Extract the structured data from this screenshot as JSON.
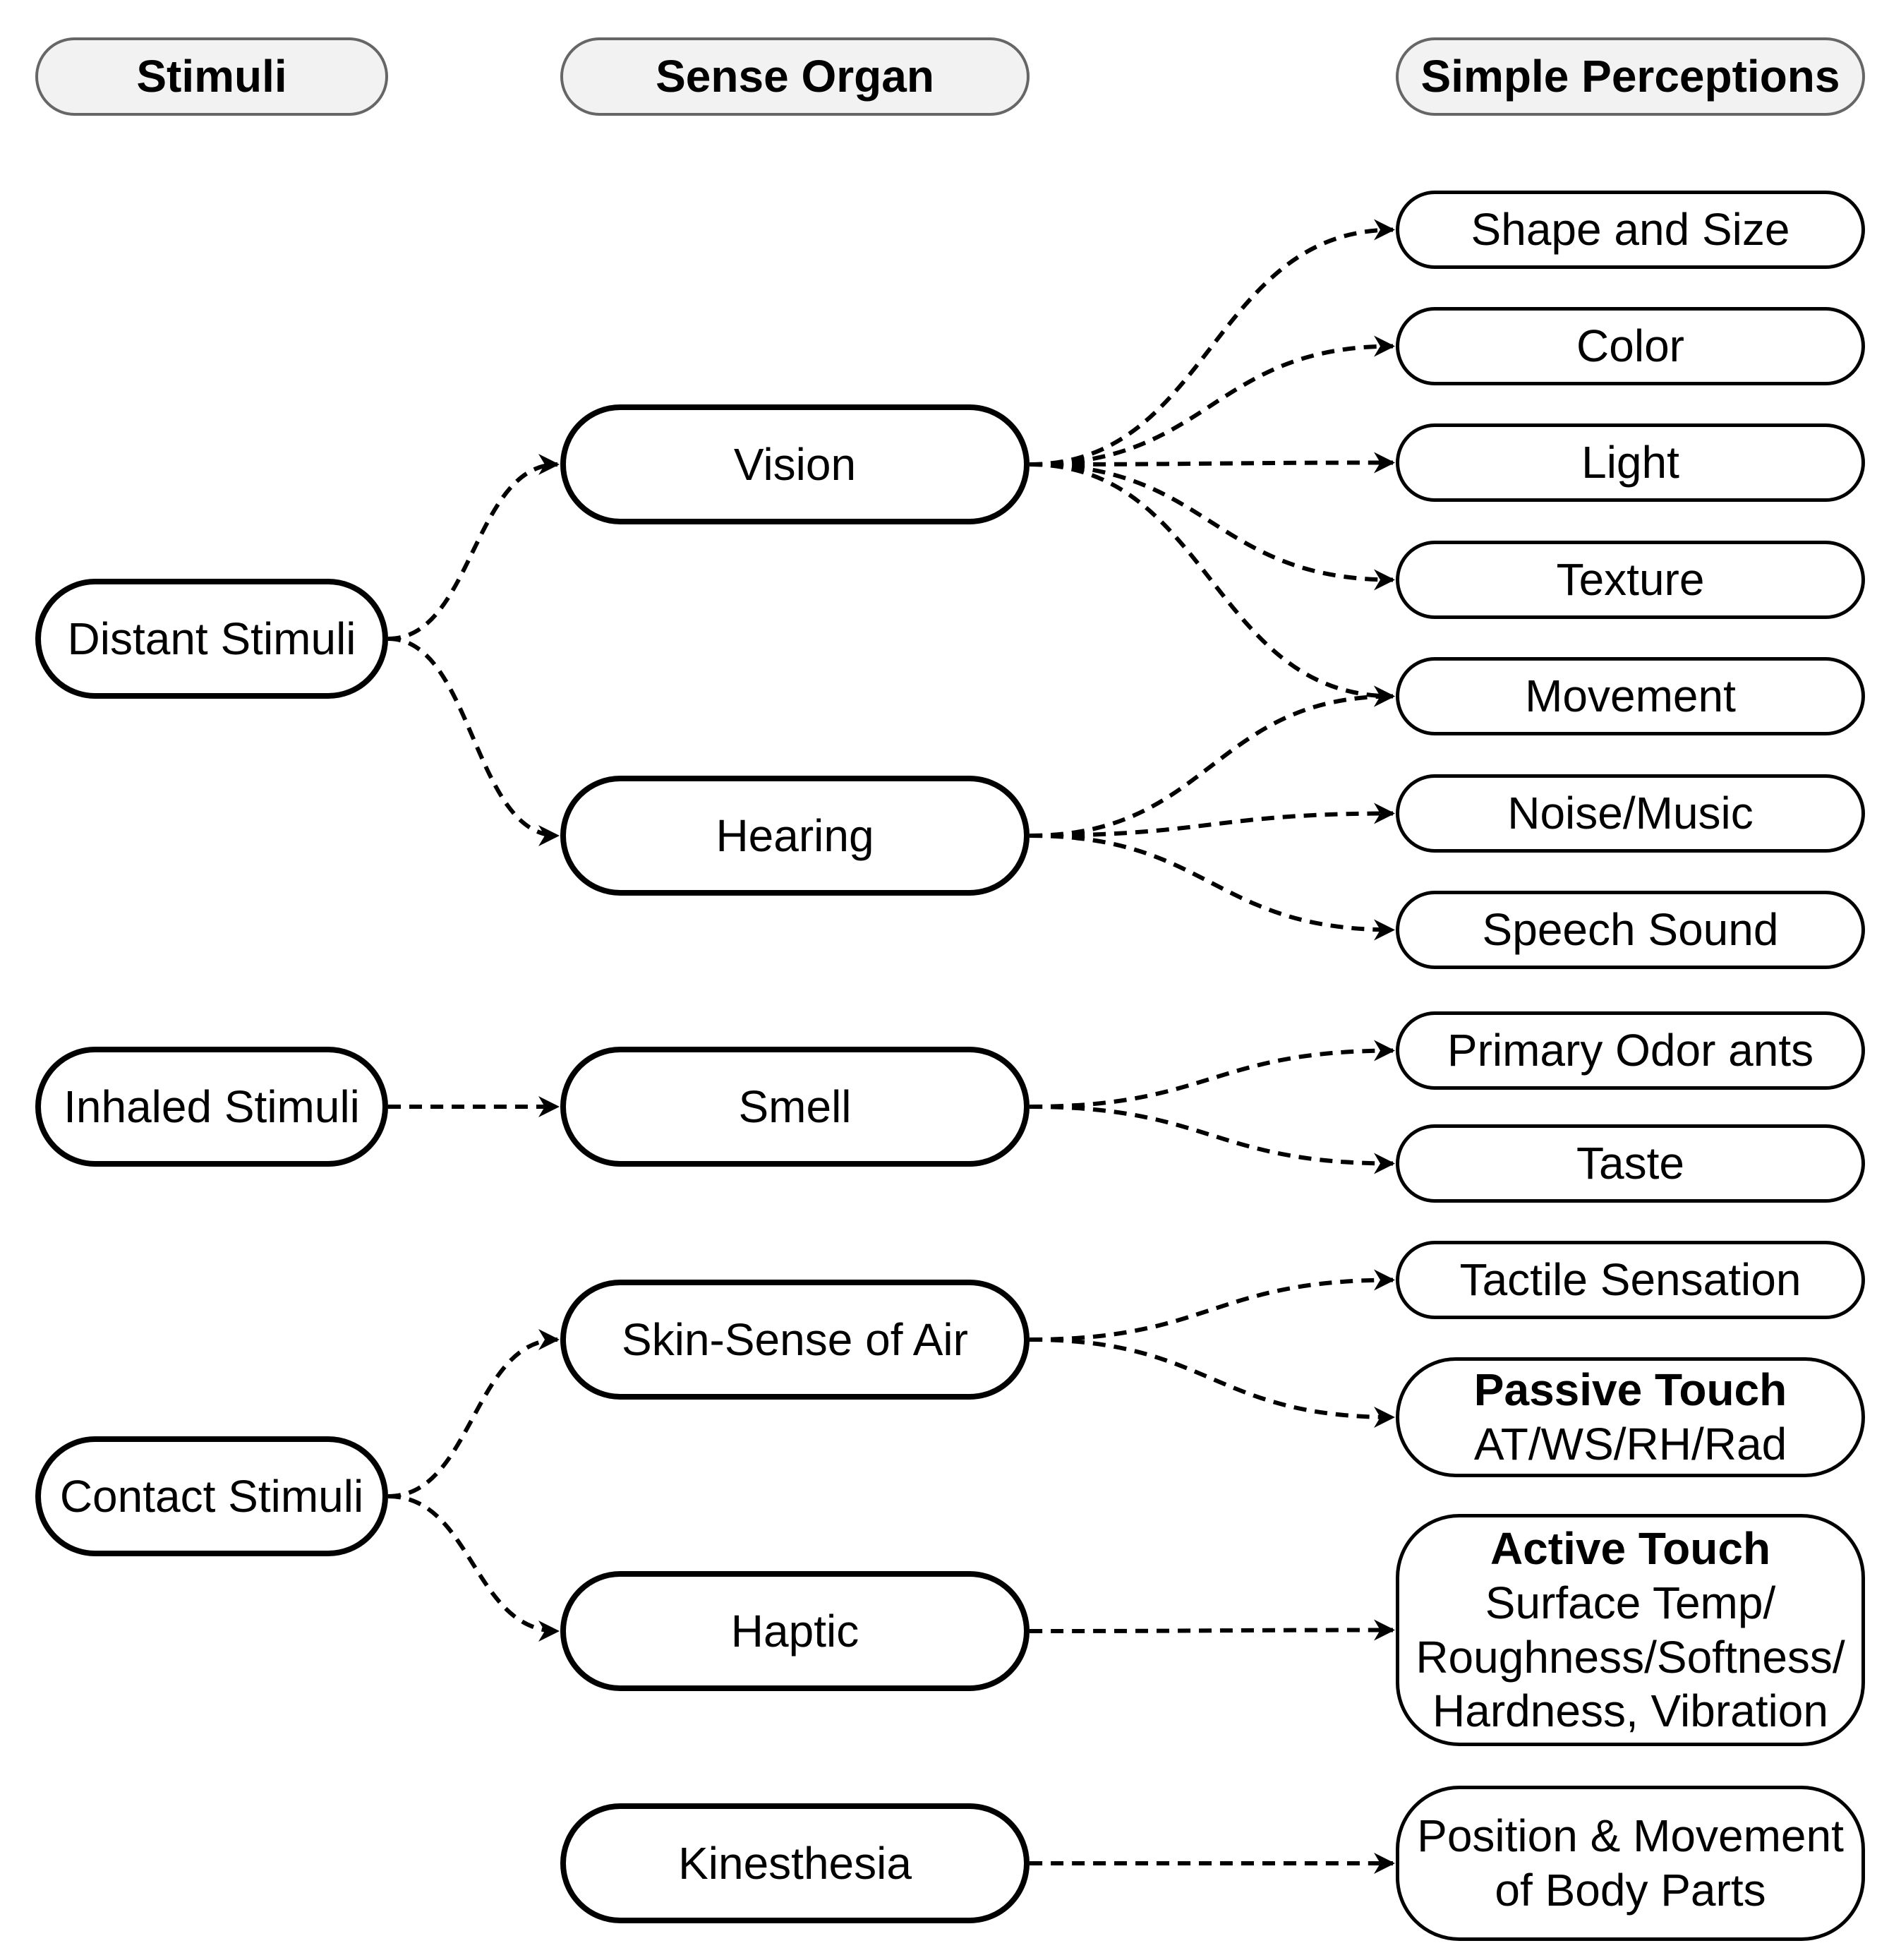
{
  "headers": {
    "stimuli": "Stimuli",
    "sense_organ": "Sense Organ",
    "simple_perceptions": "Simple Perceptions"
  },
  "stimuli": {
    "distant": "Distant Stimuli",
    "inhaled": "Inhaled Stimuli",
    "contact": "Contact Stimuli"
  },
  "organs": {
    "vision": "Vision",
    "hearing": "Hearing",
    "smell": "Smell",
    "skin_air": "Skin-Sense of Air",
    "haptic": "Haptic",
    "kinesthesia": "Kinesthesia"
  },
  "perceptions": {
    "shape_size": "Shape and Size",
    "color": "Color",
    "light": "Light",
    "texture": "Texture",
    "movement": "Movement",
    "noise_music": "Noise/Music",
    "speech_sound": "Speech Sound",
    "primary_odorants": "Primary Odor ants",
    "taste": "Taste",
    "tactile_sensation": "Tactile Sensation",
    "passive_touch": {
      "title": "Passive Touch",
      "detail": "AT/WS/RH/Rad"
    },
    "active_touch": {
      "title": "Active Touch",
      "line1": "Surface Temp/",
      "line2": "Roughness/Softness/",
      "line3": "Hardness, Vibration"
    },
    "position_movement": {
      "line1": "Position & Movement",
      "line2": "of Body Parts"
    }
  },
  "edges": [
    {
      "from": "distant",
      "to": "vision"
    },
    {
      "from": "distant",
      "to": "hearing"
    },
    {
      "from": "inhaled",
      "to": "smell"
    },
    {
      "from": "contact",
      "to": "skin_air"
    },
    {
      "from": "contact",
      "to": "haptic"
    },
    {
      "from": "vision",
      "to": "shape_size"
    },
    {
      "from": "vision",
      "to": "color"
    },
    {
      "from": "vision",
      "to": "light"
    },
    {
      "from": "vision",
      "to": "texture"
    },
    {
      "from": "vision",
      "to": "movement"
    },
    {
      "from": "hearing",
      "to": "movement"
    },
    {
      "from": "hearing",
      "to": "noise_music"
    },
    {
      "from": "hearing",
      "to": "speech_sound"
    },
    {
      "from": "smell",
      "to": "primary_odorants"
    },
    {
      "from": "smell",
      "to": "taste"
    },
    {
      "from": "skin_air",
      "to": "tactile_sensation"
    },
    {
      "from": "skin_air",
      "to": "passive_touch"
    },
    {
      "from": "haptic",
      "to": "active_touch"
    },
    {
      "from": "kinesthesia",
      "to": "position_movement"
    }
  ]
}
